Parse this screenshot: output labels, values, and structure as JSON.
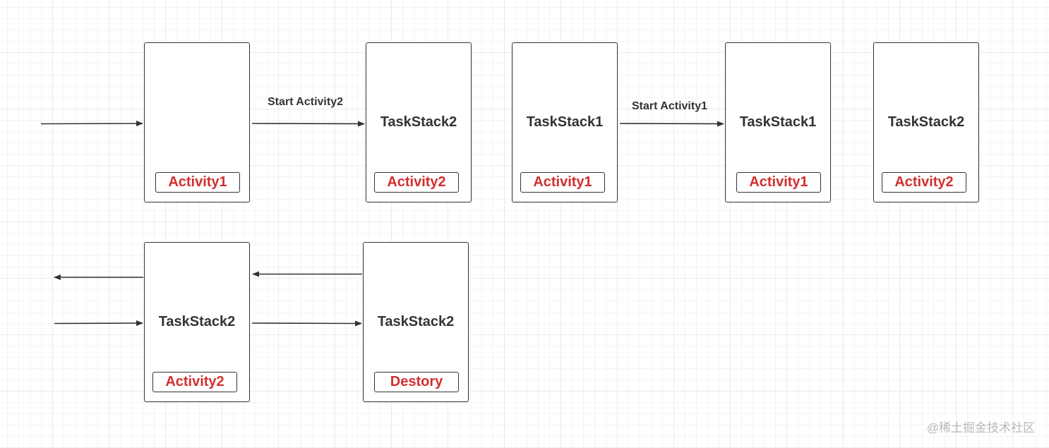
{
  "diagram": {
    "row1": {
      "box1": {
        "title": "",
        "activity": "Activity1"
      },
      "edge1_label": "Start Activity2",
      "box2": {
        "title": "TaskStack2",
        "activity": "Activity2"
      },
      "box3": {
        "title": "TaskStack1",
        "activity": "Activity1"
      },
      "edge2_label": "Start Activity1",
      "box4": {
        "title": "TaskStack1",
        "activity": "Activity1"
      },
      "box5": {
        "title": "TaskStack2",
        "activity": "Activity2"
      }
    },
    "row2": {
      "box1": {
        "title": "TaskStack2",
        "activity": "Activity2"
      },
      "box2": {
        "title": "TaskStack2",
        "activity": "Destory"
      }
    },
    "colors": {
      "stroke": "#333333",
      "activity_text": "#d32f2f",
      "grid": "#ebebeb"
    }
  },
  "watermark": "@稀土掘金技术社区"
}
